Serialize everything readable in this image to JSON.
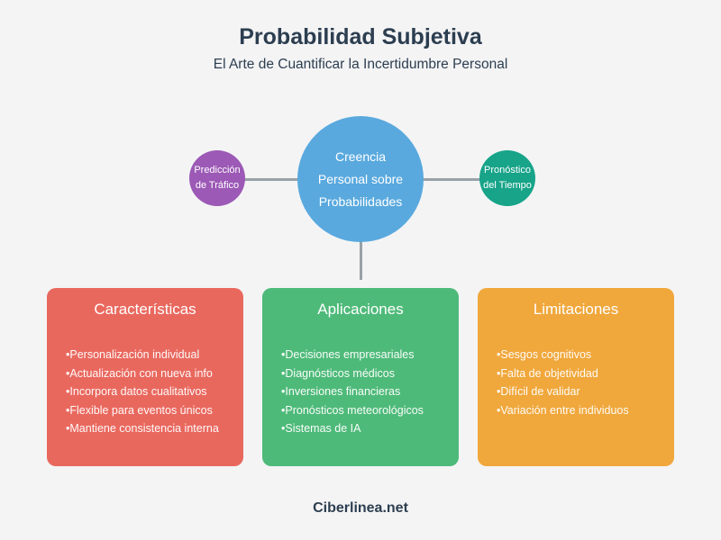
{
  "page": {
    "title": "Probabilidad Subjetiva",
    "subtitle": "El Arte de Cuantificar la Incertidumbre Personal",
    "footer": "Ciberlinea.net",
    "background_color": "#f4f4f5",
    "text_color": "#2c3e50"
  },
  "diagram": {
    "connector_color": "#97a1a8",
    "center_node": {
      "lines": [
        "Creencia",
        "Personal sobre",
        "Probabilidades"
      ],
      "color": "#59a9de"
    },
    "left_node": {
      "lines": [
        "Predicción",
        "de Tráfico"
      ],
      "color": "#9c59b6"
    },
    "right_node": {
      "lines": [
        "Pronóstico",
        "del Tiempo"
      ],
      "color": "#17a489"
    }
  },
  "cards": [
    {
      "title": "Características",
      "color": "#e9685e",
      "items": [
        "Personalización individual",
        "Actualización con nueva info",
        "Incorpora datos cualitativos",
        "Flexible para eventos únicos",
        "Mantiene consistencia interna"
      ]
    },
    {
      "title": "Aplicaciones",
      "color": "#4eba79",
      "items": [
        "Decisiones empresariales",
        "Diagnósticos médicos",
        "Inversiones financieras",
        "Pronósticos meteorológicos",
        "Sistemas de IA"
      ]
    },
    {
      "title": "Limitaciones",
      "color": "#f0a73b",
      "items": [
        "Sesgos cognitivos",
        "Falta de objetividad",
        "Difícil de validar",
        "Variación entre individuos"
      ]
    }
  ]
}
